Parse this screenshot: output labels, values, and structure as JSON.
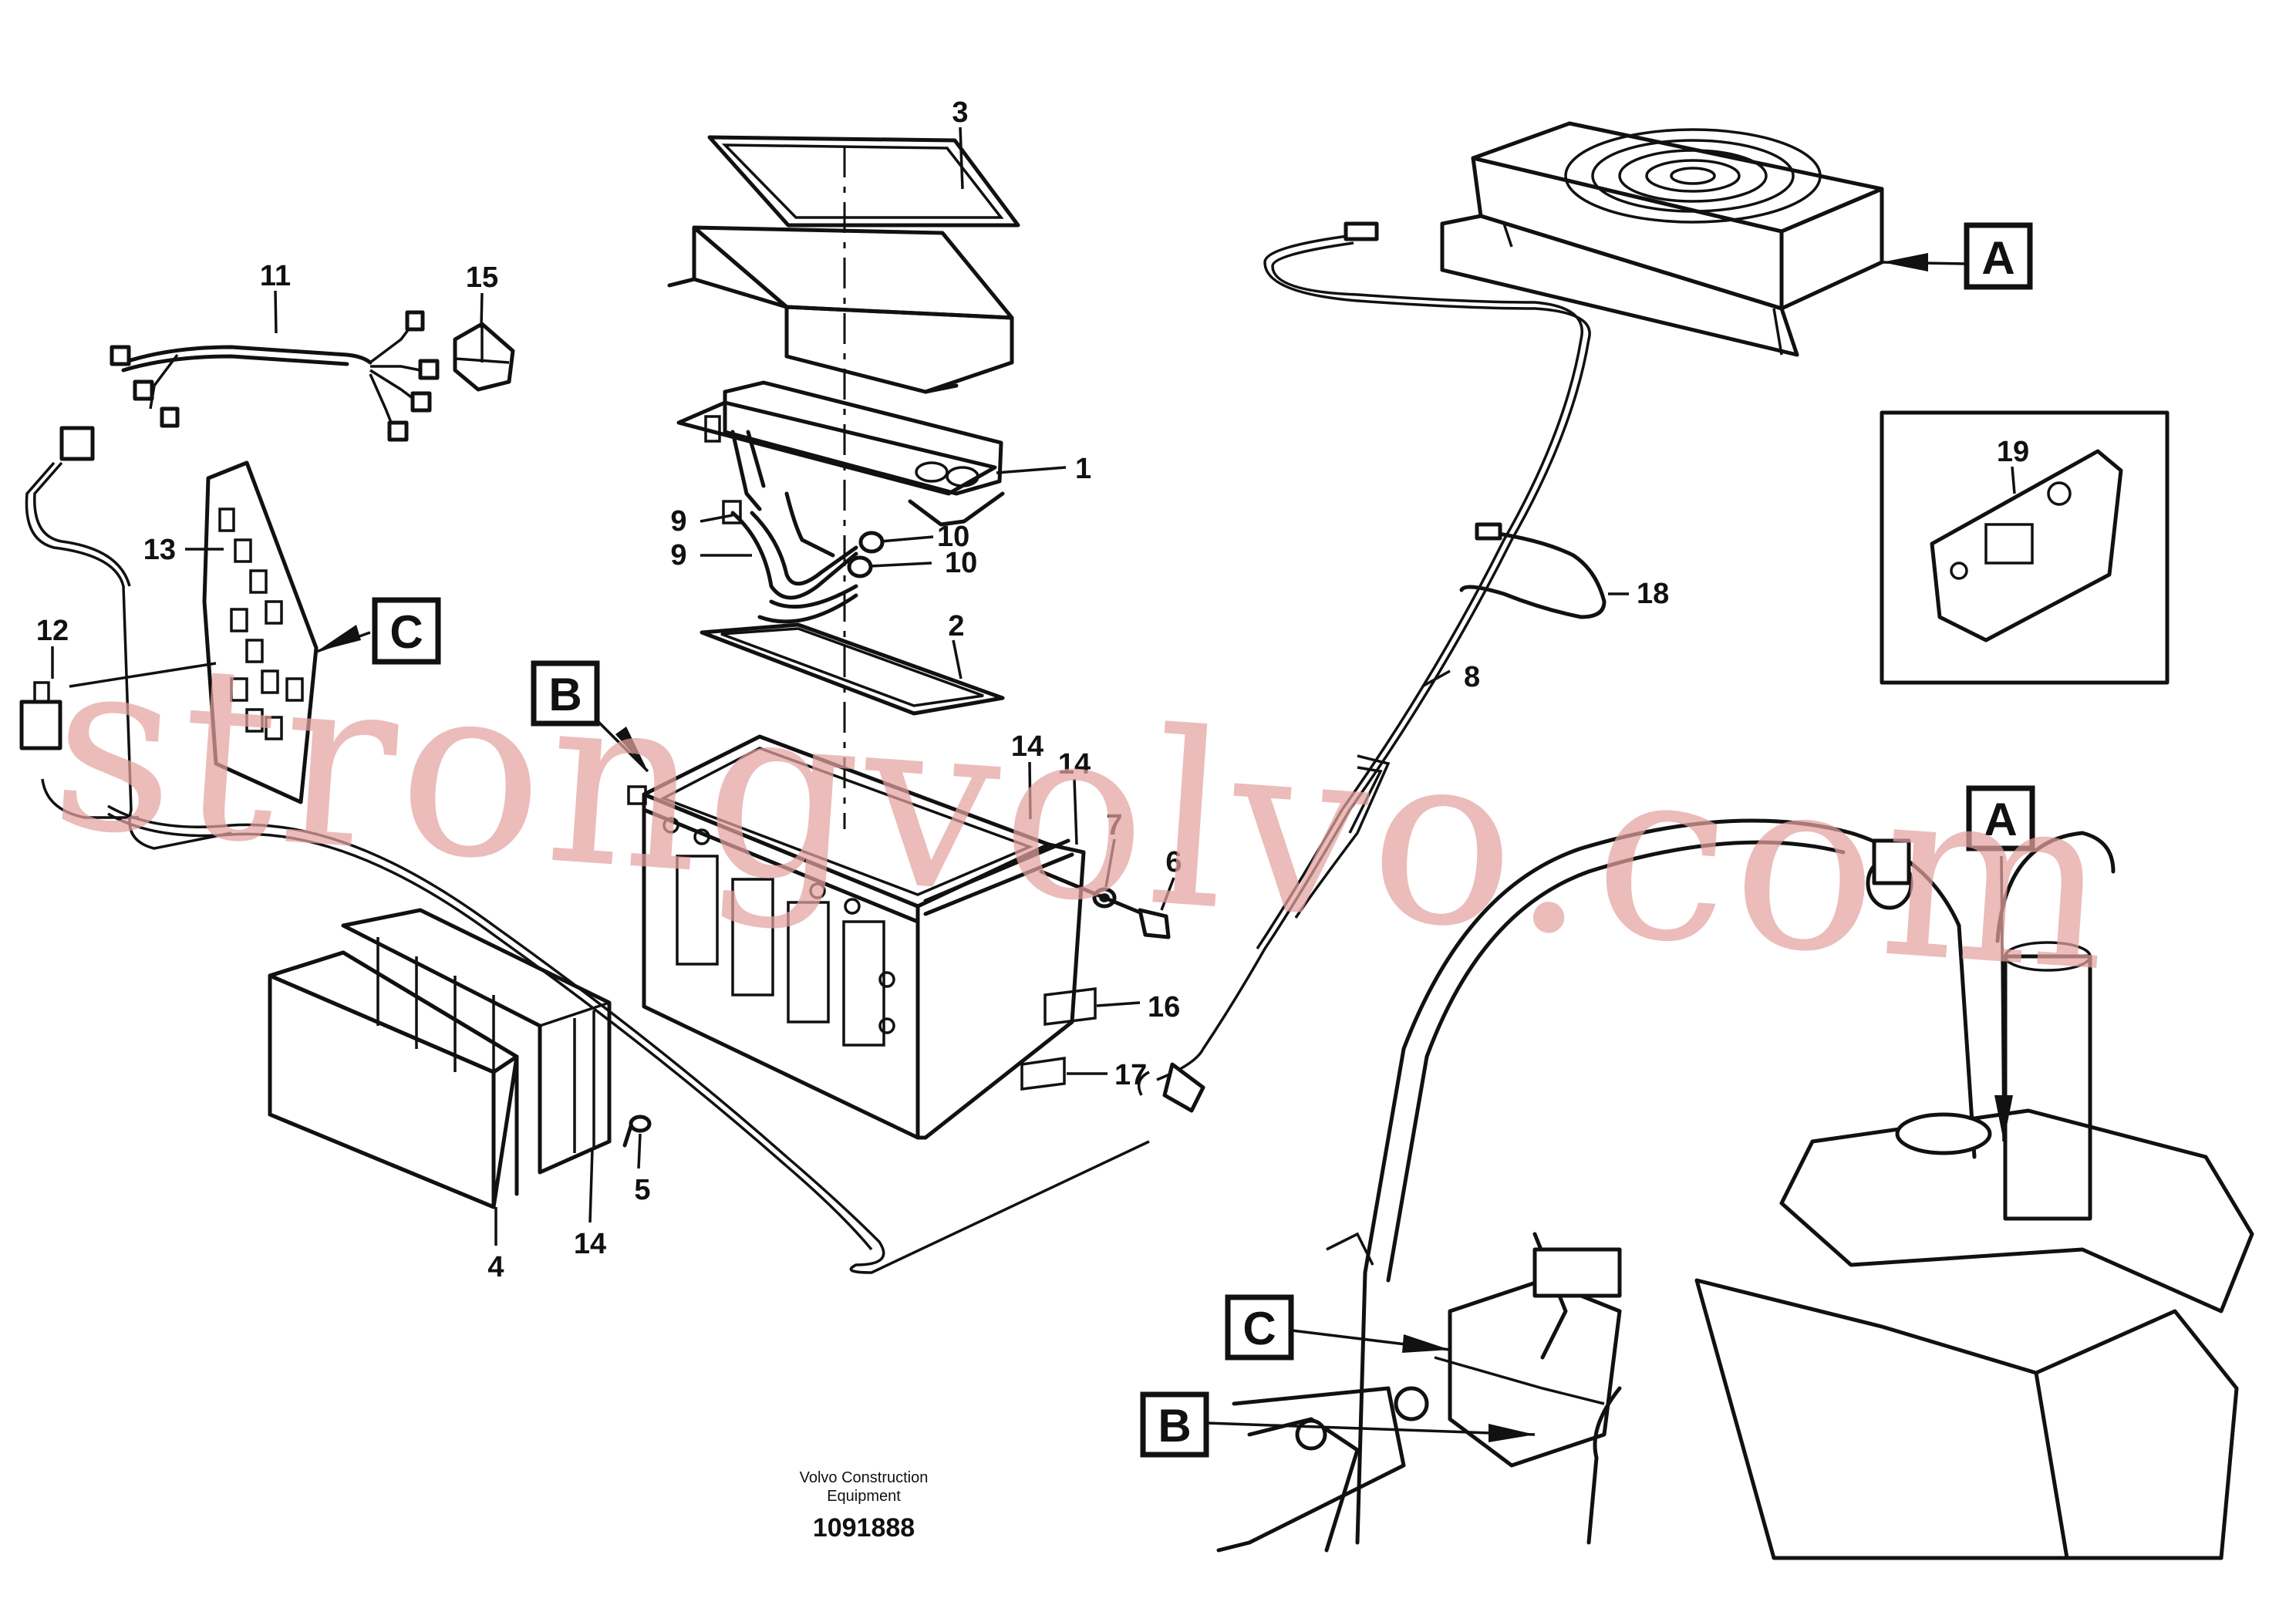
{
  "diagram": {
    "callouts": {
      "c1": "1",
      "c2": "2",
      "c3": "3",
      "c4": "4",
      "c5": "5",
      "c6": "6",
      "c7": "7",
      "c8": "8",
      "c9a": "9",
      "c9b": "9",
      "c10a": "10",
      "c10b": "10",
      "c11": "11",
      "c12": "12",
      "c13": "13",
      "c14a": "14",
      "c14b": "14",
      "c14c": "14",
      "c15": "15",
      "c16": "16",
      "c17": "17",
      "c18": "18",
      "c19": "19"
    },
    "view_labels": {
      "a_top": "A",
      "a_cab": "A",
      "b_box": "B",
      "b_cab": "B",
      "c_board": "C",
      "c_cab": "C"
    }
  },
  "footer": {
    "company_line1": "Volvo Construction",
    "company_line2": "Equipment",
    "doc_number": "1091888"
  },
  "watermark": "strongvolvo.com"
}
